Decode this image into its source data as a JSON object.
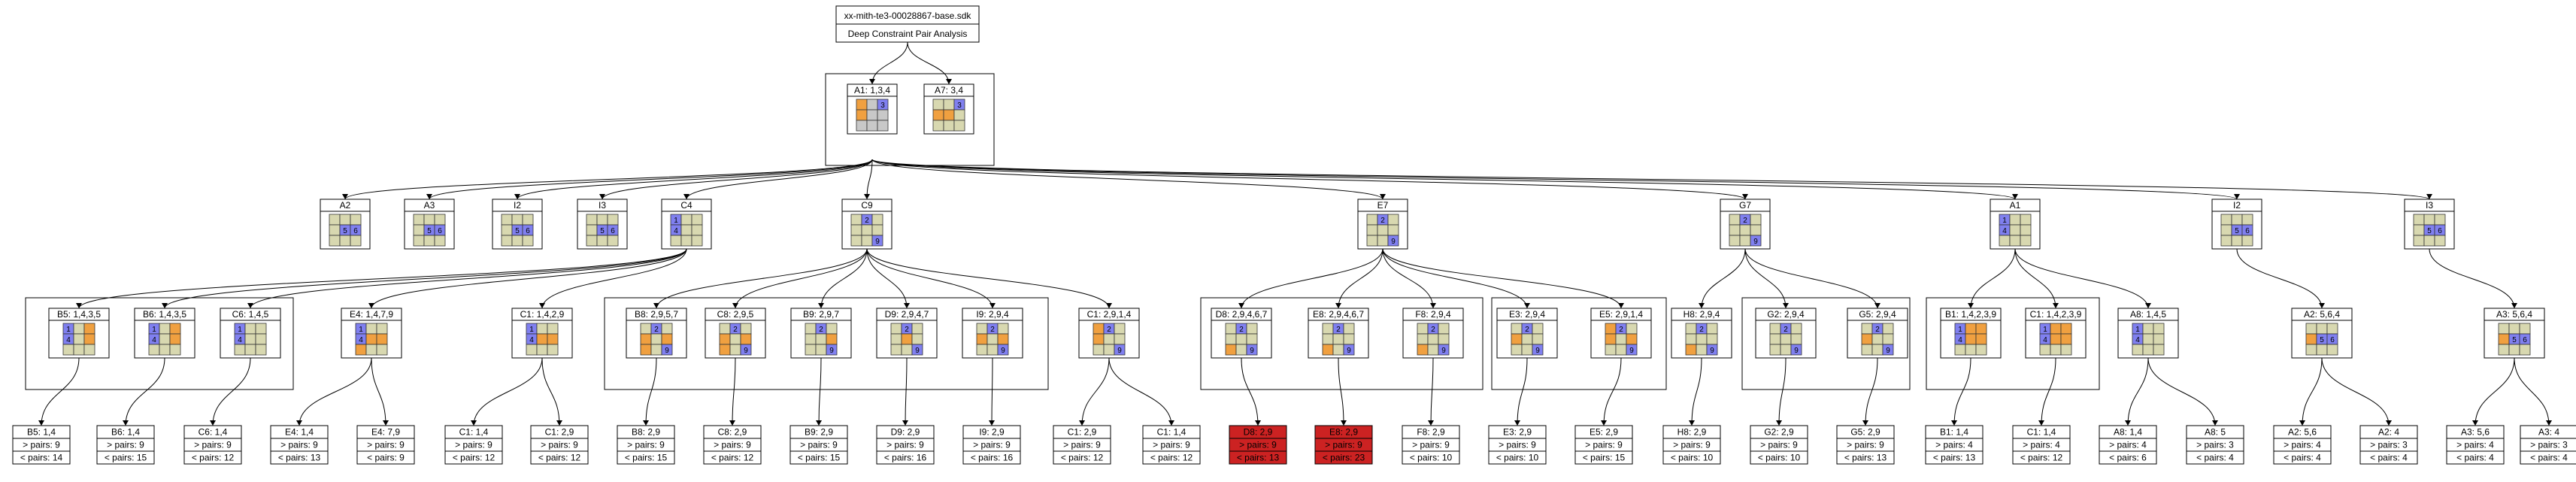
{
  "header": {
    "line1": "xx-mith-te3-00028867-base.sdk",
    "line2": "Deep Constraint Pair Analysis"
  },
  "colors": {
    "empty": "#d8d8b0",
    "blue": "#8080f0",
    "orange": "#f0a040",
    "gray": "#c8c8c8",
    "red": "#cc2222",
    "border": "#000000"
  },
  "level1": {
    "nodes": [
      {
        "id": "l1_a",
        "title": "A1: 1,3,4",
        "cells": [
          "o",
          "g",
          "b3",
          "o",
          "g",
          "g",
          "g",
          "g",
          "g"
        ]
      },
      {
        "id": "l1_b",
        "title": "A7: 3,4",
        "cells": [
          "e",
          "e",
          "b3",
          "o",
          "o",
          "e",
          "e",
          "e",
          "e"
        ]
      }
    ]
  },
  "level2": {
    "nodes": [
      {
        "id": "l2_1",
        "title": "A2",
        "cells": [
          "e",
          "e",
          "e",
          "e",
          "b5",
          "b6",
          "e",
          "e",
          "e"
        ]
      },
      {
        "id": "l2_2",
        "title": "A3",
        "cells": [
          "e",
          "e",
          "e",
          "e",
          "b5",
          "b6",
          "e",
          "e",
          "e"
        ]
      },
      {
        "id": "l2_3",
        "title": "I2",
        "cells": [
          "e",
          "e",
          "e",
          "e",
          "b5",
          "b6",
          "e",
          "e",
          "e"
        ]
      },
      {
        "id": "l2_4",
        "title": "I3",
        "cells": [
          "e",
          "e",
          "e",
          "e",
          "b5",
          "b6",
          "e",
          "e",
          "e"
        ]
      },
      {
        "id": "l2_5",
        "title": "C4",
        "cells": [
          "b1",
          "e",
          "e",
          "b4",
          "e",
          "e",
          "e",
          "e",
          "e"
        ]
      },
      {
        "id": "l2_6",
        "title": "C9",
        "cells": [
          "e",
          "b2",
          "e",
          "e",
          "e",
          "e",
          "e",
          "e",
          "b9"
        ]
      },
      {
        "id": "l2_7",
        "title": "E7",
        "cells": [
          "e",
          "b2",
          "e",
          "e",
          "e",
          "e",
          "e",
          "e",
          "b9"
        ]
      },
      {
        "id": "l2_8",
        "title": "G7",
        "cells": [
          "e",
          "b2",
          "e",
          "e",
          "e",
          "e",
          "e",
          "e",
          "b9"
        ]
      },
      {
        "id": "l2_9",
        "title": "A1",
        "cells": [
          "b1",
          "e",
          "e",
          "b4",
          "e",
          "e",
          "e",
          "e",
          "e"
        ]
      },
      {
        "id": "l2_10",
        "title": "I2",
        "cells": [
          "e",
          "e",
          "e",
          "e",
          "b5",
          "b6",
          "e",
          "e",
          "e"
        ]
      },
      {
        "id": "l2_11",
        "title": "I3",
        "cells": [
          "e",
          "e",
          "e",
          "e",
          "b5",
          "b6",
          "e",
          "e",
          "e"
        ]
      }
    ]
  },
  "level3": {
    "nodes": [
      {
        "id": "l3_1",
        "title": "B5: 1,4,3,5",
        "cells": [
          "b1",
          "e",
          "o",
          "b4",
          "e",
          "o",
          "e",
          "e",
          "e"
        ]
      },
      {
        "id": "l3_2",
        "title": "B6: 1,4,3,5",
        "cells": [
          "b1",
          "e",
          "o",
          "b4",
          "e",
          "o",
          "e",
          "e",
          "e"
        ]
      },
      {
        "id": "l3_3",
        "title": "C6: 1,4,5",
        "cells": [
          "b1",
          "e",
          "e",
          "b4",
          "e",
          "e",
          "e",
          "e",
          "e"
        ]
      },
      {
        "id": "l3_4",
        "title": "E4: 1,4,7,9",
        "cells": [
          "b1",
          "e",
          "e",
          "b4",
          "o",
          "o",
          "o",
          "e",
          "e"
        ]
      },
      {
        "id": "l3_5",
        "title": "C1: 1,4,2,9",
        "cells": [
          "b1",
          "e",
          "e",
          "b4",
          "o",
          "o",
          "e",
          "e",
          "e"
        ]
      },
      {
        "id": "l3_6",
        "title": "B8: 2,9,5,7",
        "cells": [
          "e",
          "b2",
          "e",
          "o",
          "e",
          "o",
          "o",
          "e",
          "b9"
        ]
      },
      {
        "id": "l3_7",
        "title": "C8: 2,9,5",
        "cells": [
          "e",
          "b2",
          "e",
          "o",
          "e",
          "o",
          "o",
          "e",
          "b9"
        ]
      },
      {
        "id": "l3_8",
        "title": "B9: 2,9,7",
        "cells": [
          "e",
          "b2",
          "e",
          "e",
          "e",
          "o",
          "e",
          "e",
          "b9"
        ]
      },
      {
        "id": "l3_9",
        "title": "D9: 2,9,4,7",
        "cells": [
          "e",
          "b2",
          "e",
          "e",
          "o",
          "e",
          "e",
          "e",
          "b9"
        ]
      },
      {
        "id": "l3_10",
        "title": "I9: 2,9,4",
        "cells": [
          "e",
          "b2",
          "e",
          "o",
          "e",
          "o",
          "e",
          "e",
          "b9"
        ]
      },
      {
        "id": "l3_11",
        "title": "C1: 2,9,1,4",
        "cells": [
          "o",
          "b2",
          "e",
          "o",
          "e",
          "e",
          "e",
          "e",
          "b9"
        ]
      },
      {
        "id": "l3_12",
        "title": "D8: 2,9,4,6,7",
        "cells": [
          "e",
          "b2",
          "e",
          "e",
          "e",
          "e",
          "o",
          "e",
          "b9"
        ]
      },
      {
        "id": "l3_13",
        "title": "E8: 2,9,4,6,7",
        "cells": [
          "e",
          "b2",
          "e",
          "e",
          "e",
          "e",
          "o",
          "e",
          "b9"
        ]
      },
      {
        "id": "l3_14",
        "title": "F8: 2,9,4",
        "cells": [
          "e",
          "b2",
          "e",
          "e",
          "e",
          "e",
          "o",
          "e",
          "b9"
        ]
      },
      {
        "id": "l3_15",
        "title": "E3: 2,9,4",
        "cells": [
          "e",
          "b2",
          "e",
          "o",
          "e",
          "e",
          "e",
          "e",
          "b9"
        ]
      },
      {
        "id": "l3_16",
        "title": "E5: 2,9,1,4",
        "cells": [
          "o",
          "b2",
          "e",
          "o",
          "e",
          "o",
          "e",
          "e",
          "b9"
        ]
      },
      {
        "id": "l3_17",
        "title": "H8: 2,9,4",
        "cells": [
          "e",
          "b2",
          "e",
          "e",
          "e",
          "e",
          "o",
          "e",
          "b9"
        ]
      },
      {
        "id": "l3_18",
        "title": "G2: 2,9,4",
        "cells": [
          "e",
          "b2",
          "e",
          "e",
          "e",
          "e",
          "e",
          "e",
          "b9"
        ]
      },
      {
        "id": "l3_19",
        "title": "G5: 2,9,4",
        "cells": [
          "e",
          "b2",
          "e",
          "o",
          "e",
          "e",
          "e",
          "e",
          "b9"
        ]
      },
      {
        "id": "l3_20",
        "title": "B1: 1,4,2,3,9",
        "cells": [
          "b1",
          "o",
          "o",
          "b4",
          "o",
          "o",
          "e",
          "e",
          "e"
        ]
      },
      {
        "id": "l3_21",
        "title": "C1: 1,4,2,3,9",
        "cells": [
          "b1",
          "o",
          "o",
          "b4",
          "o",
          "o",
          "e",
          "e",
          "e"
        ]
      },
      {
        "id": "l3_22",
        "title": "A8: 1,4,5",
        "cells": [
          "b1",
          "e",
          "e",
          "b4",
          "e",
          "e",
          "e",
          "e",
          "e"
        ]
      },
      {
        "id": "l3_23",
        "title": "A2: 5,6,4",
        "cells": [
          "e",
          "e",
          "e",
          "o",
          "b5",
          "b6",
          "e",
          "e",
          "e"
        ]
      },
      {
        "id": "l3_24",
        "title": "A3: 5,6,4",
        "cells": [
          "e",
          "e",
          "e",
          "o",
          "b5",
          "b6",
          "e",
          "e",
          "e"
        ]
      }
    ]
  },
  "leaves": [
    {
      "id": "lf_1",
      "title": "B5: 1,4",
      "gt": "> pairs: 9",
      "lt": "< pairs: 14",
      "red": false
    },
    {
      "id": "lf_2",
      "title": "B6: 1,4",
      "gt": "> pairs: 9",
      "lt": "< pairs: 15",
      "red": false
    },
    {
      "id": "lf_3",
      "title": "C6: 1,4",
      "gt": "> pairs: 9",
      "lt": "< pairs: 12",
      "red": false
    },
    {
      "id": "lf_4",
      "title": "E4: 1,4",
      "gt": "> pairs: 9",
      "lt": "< pairs: 13",
      "red": false
    },
    {
      "id": "lf_5",
      "title": "E4: 7,9",
      "gt": "> pairs: 9",
      "lt": "< pairs: 9",
      "red": false
    },
    {
      "id": "lf_6",
      "title": "C1: 1,4",
      "gt": "> pairs: 9",
      "lt": "< pairs: 12",
      "red": false
    },
    {
      "id": "lf_7",
      "title": "C1: 2,9",
      "gt": "> pairs: 9",
      "lt": "< pairs: 12",
      "red": false
    },
    {
      "id": "lf_8",
      "title": "B8: 2,9",
      "gt": "> pairs: 9",
      "lt": "< pairs: 15",
      "red": false
    },
    {
      "id": "lf_9",
      "title": "C8: 2,9",
      "gt": "> pairs: 9",
      "lt": "< pairs: 12",
      "red": false
    },
    {
      "id": "lf_10",
      "title": "B9: 2,9",
      "gt": "> pairs: 9",
      "lt": "< pairs: 15",
      "red": false
    },
    {
      "id": "lf_11",
      "title": "D9: 2,9",
      "gt": "> pairs: 9",
      "lt": "< pairs: 16",
      "red": false
    },
    {
      "id": "lf_12",
      "title": "I9: 2,9",
      "gt": "> pairs: 9",
      "lt": "< pairs: 16",
      "red": false
    },
    {
      "id": "lf_13",
      "title": "C1: 2,9",
      "gt": "> pairs: 9",
      "lt": "< pairs: 12",
      "red": false
    },
    {
      "id": "lf_14",
      "title": "C1: 1,4",
      "gt": "> pairs: 9",
      "lt": "< pairs: 12",
      "red": false
    },
    {
      "id": "lf_15",
      "title": "D8: 2,9",
      "gt": "> pairs: 9",
      "lt": "< pairs: 13",
      "red": true
    },
    {
      "id": "lf_16",
      "title": "E8: 2,9",
      "gt": "> pairs: 9",
      "lt": "< pairs: 23",
      "red": true
    },
    {
      "id": "lf_17",
      "title": "F8: 2,9",
      "gt": "> pairs: 9",
      "lt": "< pairs: 10",
      "red": false
    },
    {
      "id": "lf_18",
      "title": "E3: 2,9",
      "gt": "> pairs: 9",
      "lt": "< pairs: 10",
      "red": false
    },
    {
      "id": "lf_19",
      "title": "E5: 2,9",
      "gt": "> pairs: 9",
      "lt": "< pairs: 15",
      "red": false
    },
    {
      "id": "lf_20",
      "title": "H8: 2,9",
      "gt": "> pairs: 9",
      "lt": "< pairs: 10",
      "red": false
    },
    {
      "id": "lf_21",
      "title": "G2: 2,9",
      "gt": "> pairs: 9",
      "lt": "< pairs: 10",
      "red": false
    },
    {
      "id": "lf_22",
      "title": "G5: 2,9",
      "gt": "> pairs: 9",
      "lt": "< pairs: 13",
      "red": false
    },
    {
      "id": "lf_23",
      "title": "B1: 1,4",
      "gt": "> pairs: 4",
      "lt": "< pairs: 13",
      "red": false
    },
    {
      "id": "lf_24",
      "title": "C1: 1,4",
      "gt": "> pairs: 4",
      "lt": "< pairs: 12",
      "red": false
    },
    {
      "id": "lf_25",
      "title": "A8: 1,4",
      "gt": "> pairs: 4",
      "lt": "< pairs: 6",
      "red": false
    },
    {
      "id": "lf_26",
      "title": "A8: 5",
      "gt": "> pairs: 3",
      "lt": "< pairs: 4",
      "red": false
    },
    {
      "id": "lf_27",
      "title": "A2: 5,6",
      "gt": "> pairs: 4",
      "lt": "< pairs: 4",
      "red": false
    },
    {
      "id": "lf_28",
      "title": "A2: 4",
      "gt": "> pairs: 3",
      "lt": "< pairs: 4",
      "red": false
    },
    {
      "id": "lf_29",
      "title": "A3: 5,6",
      "gt": "> pairs: 4",
      "lt": "< pairs: 4",
      "red": false
    },
    {
      "id": "lf_30",
      "title": "A3: 4",
      "gt": "> pairs: 3",
      "lt": "< pairs: 4",
      "red": false
    }
  ]
}
